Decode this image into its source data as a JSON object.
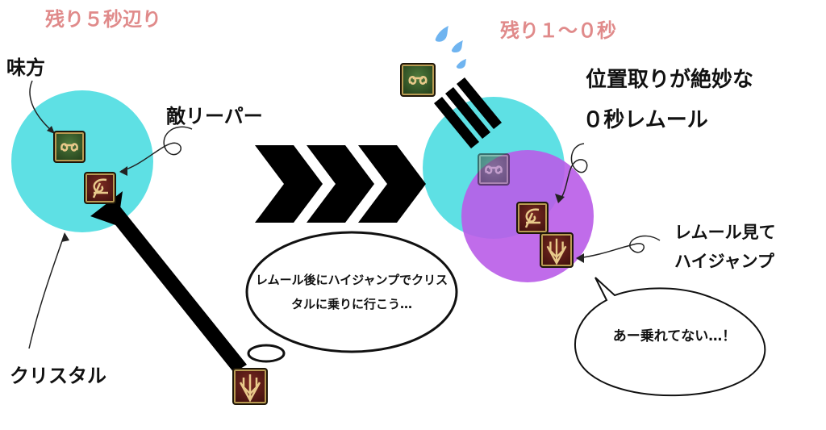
{
  "left_panel": {
    "title": "残り５秒辺り",
    "ally_label": "味方",
    "enemy_label": "敵リーパー",
    "crystal_label": "クリスタル"
  },
  "middle": {
    "thought_text": "レムール後にハイジャンプでクリスタルに乗りに行こう…"
  },
  "right_panel": {
    "title": "残り１〜０秒",
    "perfect_line1": "位置取りが絶妙な",
    "perfect_line2": "０秒レムール",
    "see_line1": "レムール見て",
    "see_line2": "ハイジャンプ",
    "speech_text": "あー乗れてない…！"
  },
  "icons": {
    "ally": "sage-job-icon",
    "reaper": "reaper-job-icon",
    "dragoon": "dragoon-job-icon"
  },
  "colors": {
    "title_pink": "#e08a8a",
    "crystal_cyan": "#5ee0e4",
    "lemure_purple": "#b95ce8"
  }
}
